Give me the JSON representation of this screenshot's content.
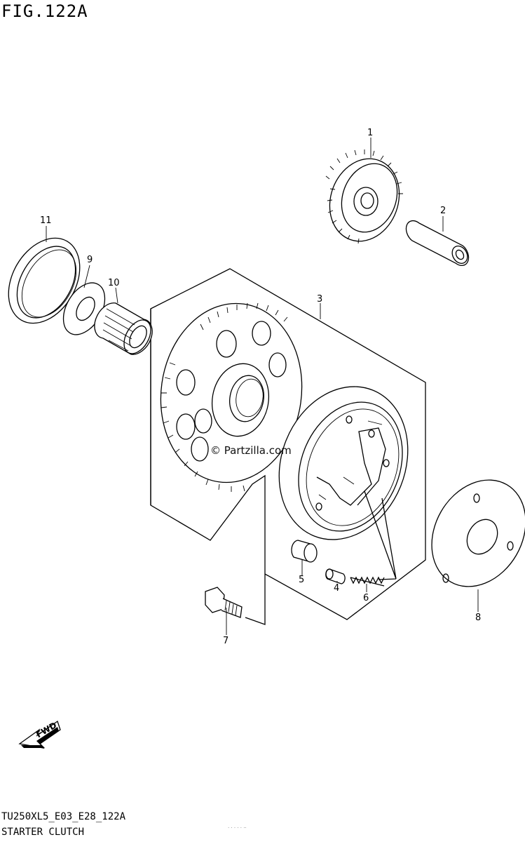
{
  "figure": {
    "title": "FIG.122A",
    "watermark": "© Partzilla.com",
    "footer_code": "TU250XL5_E03_E28_122A",
    "footer_title": "STARTER CLUTCH",
    "footer_small": "· · · ·  · ··  ",
    "fwd_label": "FWD"
  },
  "callouts": {
    "c1": "1",
    "c2": "2",
    "c3": "3",
    "c4": "4",
    "c5": "5",
    "c6": "6",
    "c7": "7",
    "c8": "8",
    "c9": "9",
    "c10": "10",
    "c11": "11"
  }
}
